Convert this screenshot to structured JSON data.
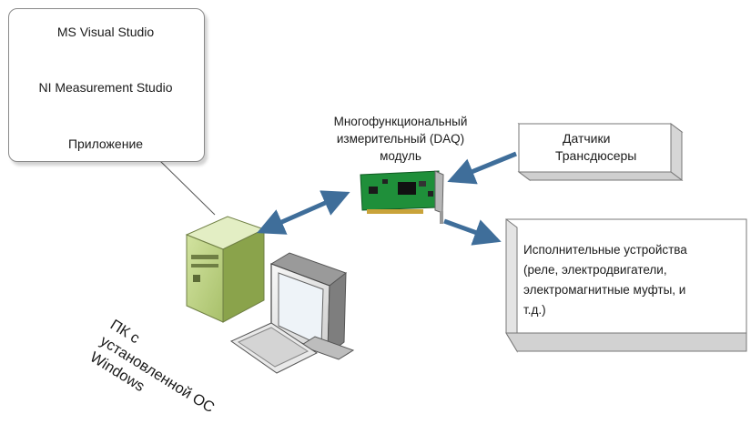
{
  "software_stack": {
    "layer_1": "MS Visual Studio",
    "layer_2": "NI Measurement Studio",
    "layer_3": "Приложение"
  },
  "daq_module": {
    "label_line_1": "Многофункциональный",
    "label_line_2": "измерительный (DAQ)",
    "label_line_3": "модуль"
  },
  "sensors": {
    "line_1": "Датчики",
    "line_2": "Трансдюсеры"
  },
  "actuators": {
    "line_1": "Исполнительные устройства",
    "line_2": "(реле, электродвигатели,",
    "line_3": "электромагнитные муфты, и",
    "line_4": "т.д.)"
  },
  "pc": {
    "label": "ПК с\nустановленной ОС\nWindows"
  },
  "colors": {
    "arrow_blue": "#3f6e9a",
    "board_green": "#1f8f3a",
    "pc_green": "#b9cf7e"
  }
}
